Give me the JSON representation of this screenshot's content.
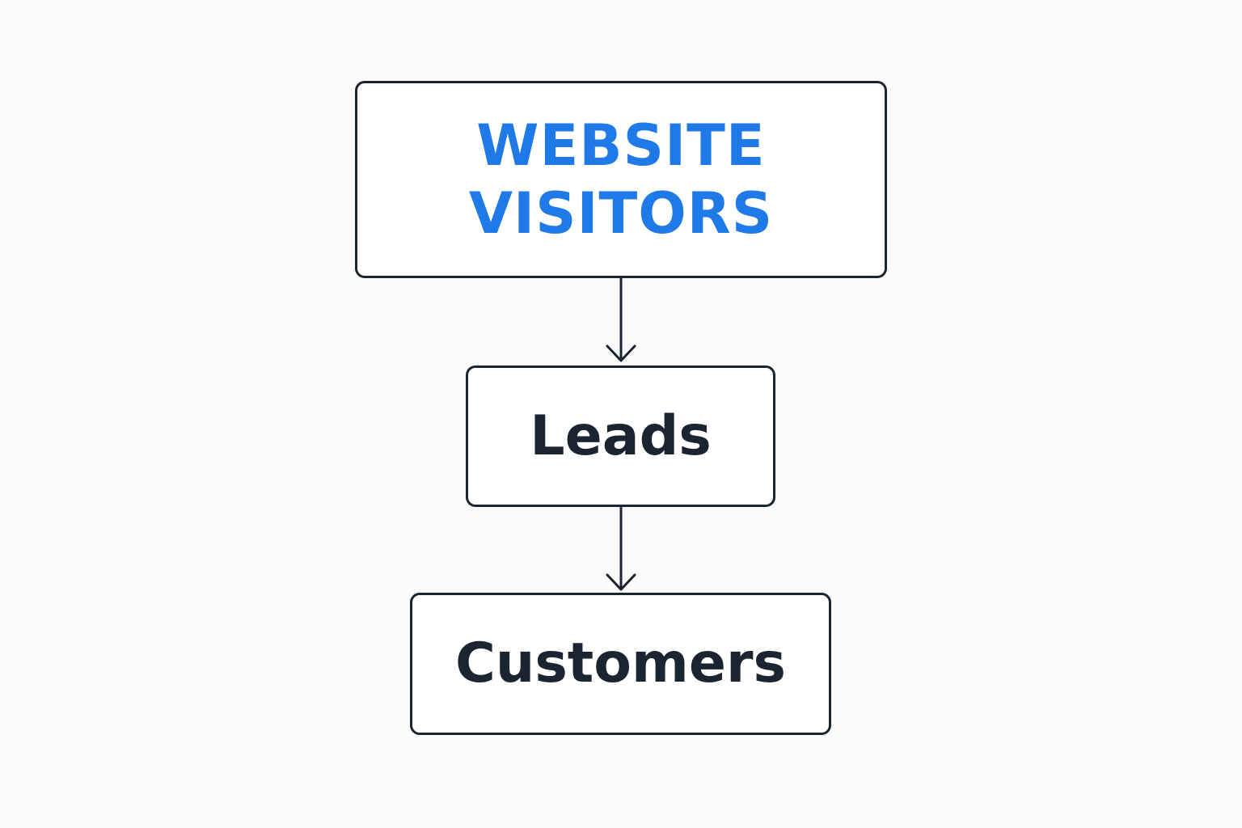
{
  "diagram": {
    "nodes": [
      {
        "id": "visitors",
        "lines": [
          "WEBSITE",
          "VISITORS"
        ]
      },
      {
        "id": "leads",
        "label": "Leads"
      },
      {
        "id": "customers",
        "label": "Customers"
      }
    ],
    "edges": [
      {
        "from": "visitors",
        "to": "leads"
      },
      {
        "from": "leads",
        "to": "customers"
      }
    ]
  },
  "colors": {
    "accent_blue": "#1f7ae8",
    "text_dark": "#1b2431",
    "border": "#1b2431",
    "background": "#fbfbfc"
  }
}
